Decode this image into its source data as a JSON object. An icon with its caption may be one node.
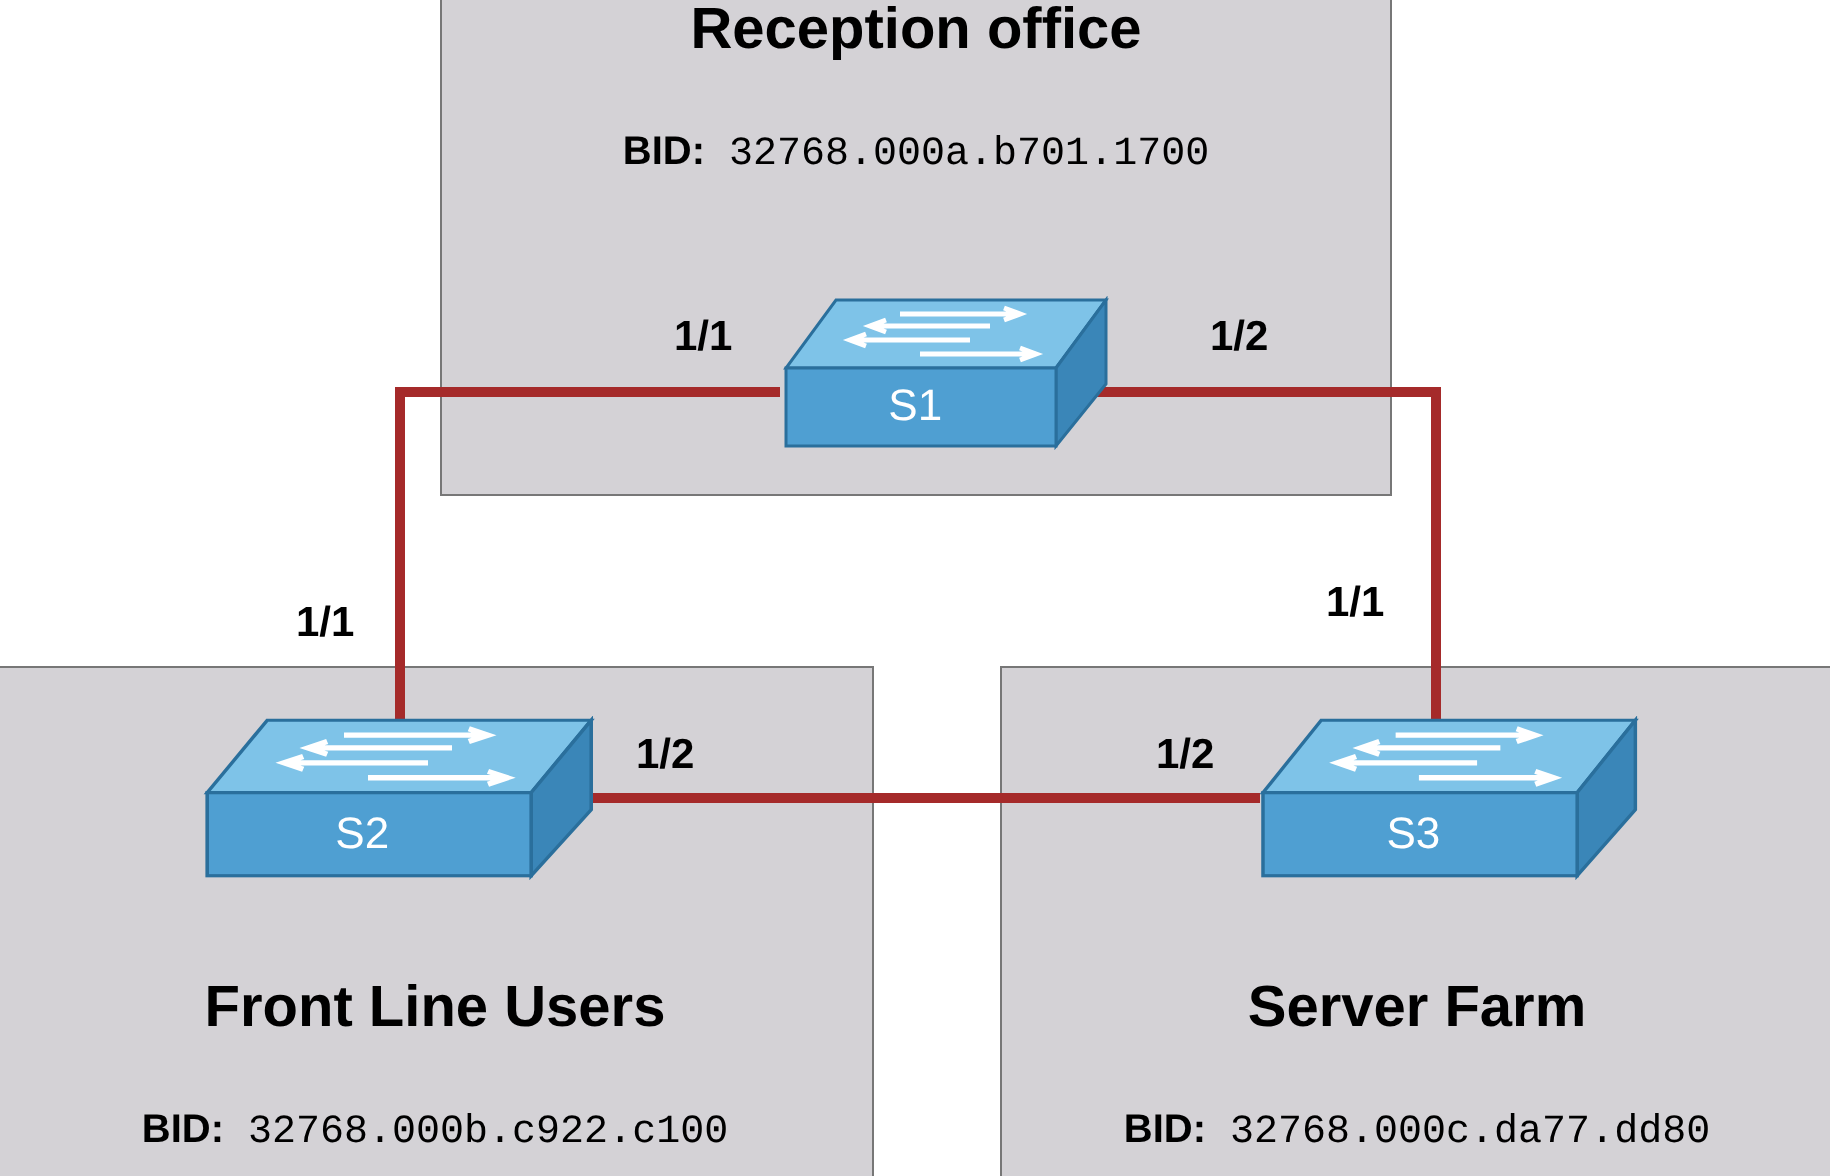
{
  "diagram": {
    "nodes": [
      {
        "text": [
          "Reception office",
          "**BID:** 32768.000a.b701.1700"
        ]
      },
      {
        "text": [
          "S1"
        ],
        "in": 0,
        "beside": [
          "1/1",
          "1/2"
        ]
      },
      {
        "text": [
          "Front Line Users",
          "**BID:** 32768.000b.c922.c100"
        ]
      },
      {
        "text": [
          "S2"
        ],
        "in": 2,
        "beside": [
          "1/1",
          "1/2"
        ]
      },
      {
        "text": [
          "Server Farm",
          "**BID:** 32768.000c.da77.dd80"
        ]
      },
      {
        "text": [
          "S3"
        ],
        "in": 4,
        "beside": [
          "1/1",
          "1/2"
        ]
      }
    ],
    "edges": [
      {
        "from": 1,
        "to": 3,
        "arrow": "none"
      },
      {
        "from": 1,
        "to": 5,
        "arrow": "none"
      },
      {
        "from": 3,
        "to": 5,
        "arrow": "none"
      }
    ]
  }
}
